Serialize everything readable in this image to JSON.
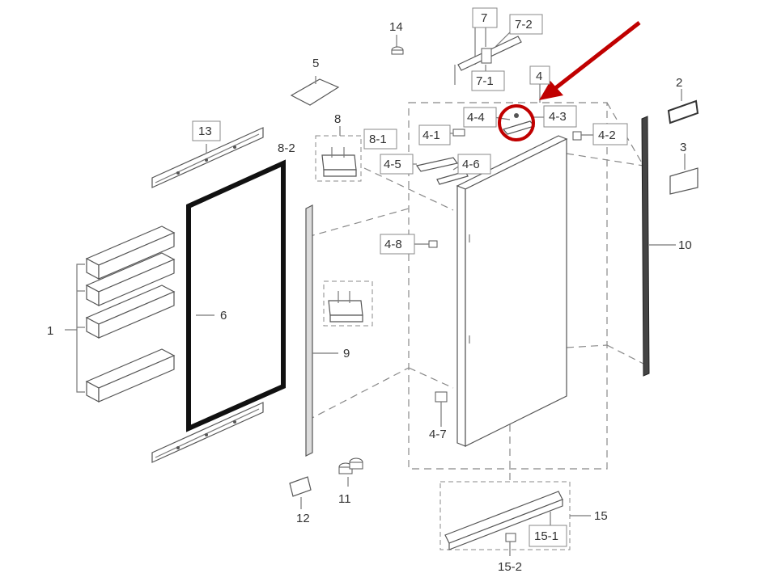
{
  "labels": {
    "l1": "1",
    "l2": "2",
    "l3": "3",
    "l4": "4",
    "l4_1": "4-1",
    "l4_2": "4-2",
    "l4_3": "4-3",
    "l4_4": "4-4",
    "l4_5": "4-5",
    "l4_6": "4-6",
    "l4_7": "4-7",
    "l4_8": "4-8",
    "l5": "5",
    "l6": "6",
    "l7": "7",
    "l7_1": "7-1",
    "l7_2": "7-2",
    "l8": "8",
    "l8_1": "8-1",
    "l8_2": "8-2",
    "l9": "9",
    "l10": "10",
    "l11": "11",
    "l12": "12",
    "l13": "13",
    "l14": "14",
    "l15": "15",
    "l15_1": "15-1",
    "l15_2": "15-2"
  },
  "colors": {
    "highlight": "#c00000",
    "line": "#777777",
    "text": "#333333"
  }
}
